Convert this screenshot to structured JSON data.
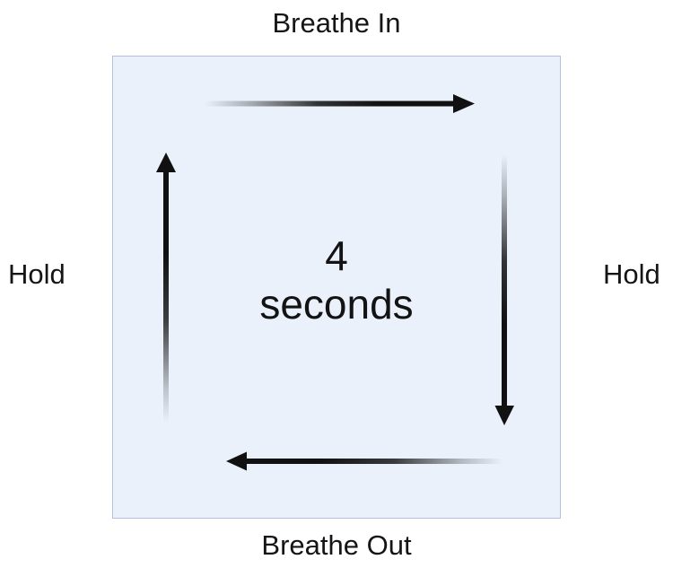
{
  "diagram": {
    "title_alt": "Box breathing 4-4-4-4 square diagram",
    "labels": {
      "top": "Breathe In",
      "bottom": "Breathe Out",
      "left": "Hold",
      "right": "Hold"
    },
    "center": {
      "number": "4",
      "unit": "seconds"
    },
    "arrows": [
      {
        "name": "arrow-top-right",
        "direction": "right",
        "phase": "Breathe In"
      },
      {
        "name": "arrow-right-down",
        "direction": "down",
        "phase": "Hold"
      },
      {
        "name": "arrow-bottom-left",
        "direction": "left",
        "phase": "Breathe Out"
      },
      {
        "name": "arrow-left-up",
        "direction": "up",
        "phase": "Hold"
      }
    ],
    "colors": {
      "box_fill": "#eaf1fb",
      "box_border": "#b3c1de",
      "arrow": "#111111",
      "text": "#151515",
      "page_background": "#ffffff"
    }
  }
}
